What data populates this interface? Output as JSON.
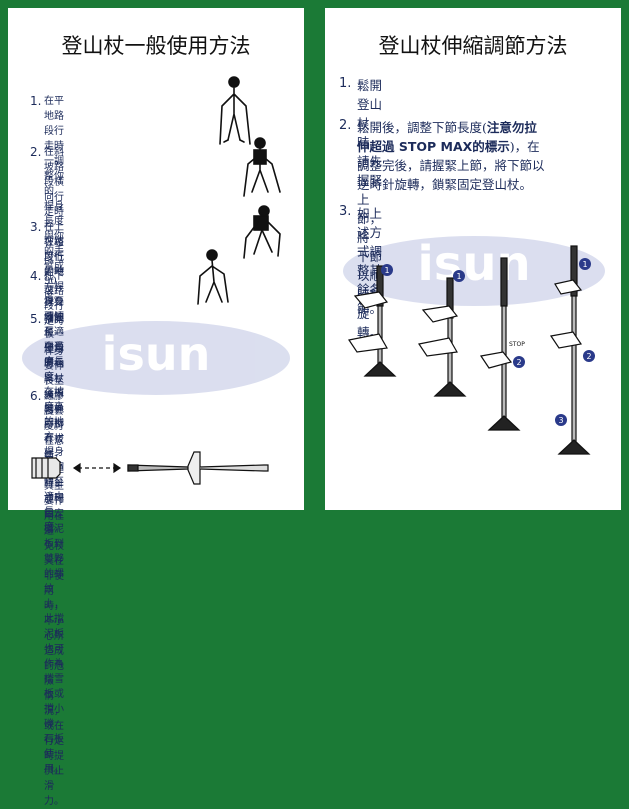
{
  "left_card": {
    "title": "登山杖一般使用方法",
    "watermark": "isun",
    "steps": [
      {
        "num": "1.",
        "text": "在平地路段行走時一調整你的\n桿身長度與你的手臂成90度。"
      },
      {
        "num": "2.",
        "text": "在斜坡路段橫向行走時一\n在坡度低的地方，桿身要伸長\n至適中長度；在坡度高的地方，\n桿身要縮短至適中長度。"
      },
      {
        "num": "3.",
        "text": "在上坡路段行走時一桿身要縮短\n至適中長度。"
      },
      {
        "num": "4.",
        "text": "在下坡路段行走時一\n桿身要伸長至適中長度。"
      },
      {
        "num": "5.",
        "text": "擋泥板一使用時需將杖尖下的橡膠腳套拔\n出，以逆時針旋轉固定擋泥板到雙夥的螺\n紋上，此擋泥板也可作為擋雪板或擋小礫\n石板使用。"
      },
      {
        "num": "6.",
        "text": "橡膠腳套一可任意裝卸，其主要作用在避\n免杖尖在非使用時，不小心所造成的危險\n情況，或在行走時提供止滑力。"
      }
    ]
  },
  "right_card": {
    "title": "登山杖伸縮調節方法",
    "watermark": "isun",
    "step1": {
      "num": "1.",
      "text": "鬆開登山杖時，請先握緊上節，將\n下節以順時針旋轉。"
    },
    "step2": {
      "num": "2.",
      "text_before": "鬆開後，調整下節長度(",
      "warning": "注意勿拉\n伸超過 STOP MAX的標示",
      "text_after": ")，在\n調整完後，請握緊上節，將下節以\n逆時針旋轉，鎖緊固定登山杖。"
    },
    "step3": {
      "num": "3.",
      "text": "如上述方式調整其餘各節。"
    },
    "diagram": {
      "badges": [
        "1",
        "1",
        "1",
        "2",
        "2",
        "3"
      ],
      "stop_label": "STOP"
    }
  },
  "colors": {
    "background": "#1b7a36",
    "text": "#1c2b5a",
    "badge": "#2a3a8a",
    "watermark": "#cfd4ea"
  }
}
